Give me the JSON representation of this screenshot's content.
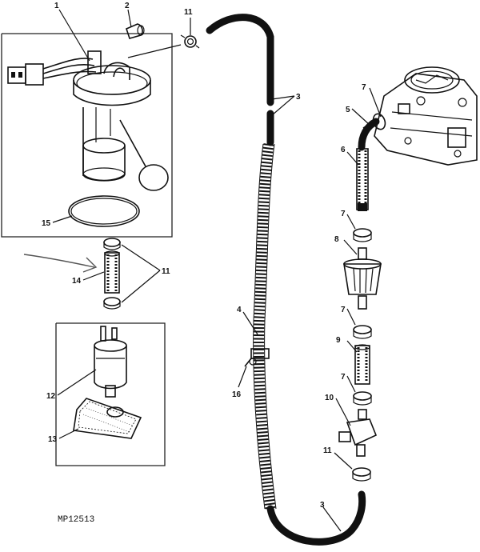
{
  "figure": {
    "id": "MP12513"
  },
  "callouts": [
    {
      "key": "c1",
      "text": "1"
    },
    {
      "key": "c2",
      "text": "2"
    },
    {
      "key": "c3a",
      "text": "3"
    },
    {
      "key": "c3b",
      "text": "3"
    },
    {
      "key": "c4",
      "text": "4"
    },
    {
      "key": "c5",
      "text": "5"
    },
    {
      "key": "c6",
      "text": "6"
    },
    {
      "key": "c7a",
      "text": "7"
    },
    {
      "key": "c7b",
      "text": "7"
    },
    {
      "key": "c7c",
      "text": "7"
    },
    {
      "key": "c7d",
      "text": "7"
    },
    {
      "key": "c8",
      "text": "8"
    },
    {
      "key": "c9",
      "text": "9"
    },
    {
      "key": "c10",
      "text": "10"
    },
    {
      "key": "c11a",
      "text": "11"
    },
    {
      "key": "c11b",
      "text": "11"
    },
    {
      "key": "c11c",
      "text": "11"
    },
    {
      "key": "c12",
      "text": "12"
    },
    {
      "key": "c13",
      "text": "13"
    },
    {
      "key": "c14",
      "text": "14"
    },
    {
      "key": "c15",
      "text": "15"
    },
    {
      "key": "c16",
      "text": "16"
    }
  ]
}
